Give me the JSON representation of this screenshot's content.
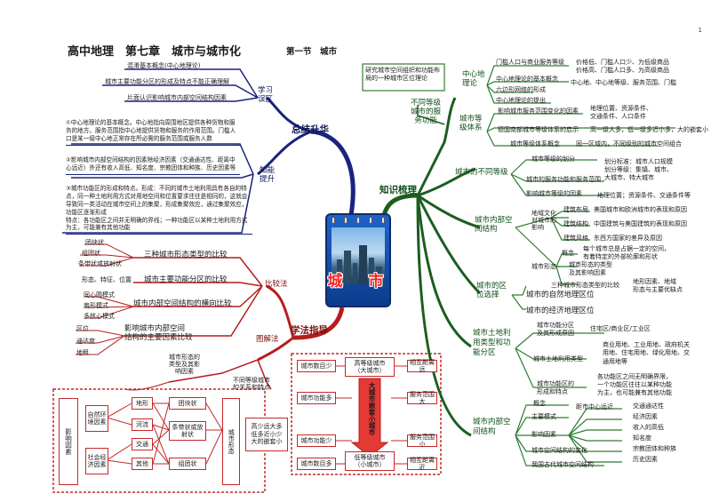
{
  "page_number": "1",
  "header": {
    "title": "高中地理　第七章　城市与城市化",
    "section": "第一节　城市"
  },
  "center": {
    "label": "城　市"
  },
  "branches": {
    "zongjie": "总结升华",
    "zhishi": "知识梳理",
    "xuefa": "学法指导"
  },
  "zongjie": {
    "xuexi_wuqu": "学习\n误区",
    "wuqu_items": [
      "混淆基本概念(中心地理论)",
      "城市主要功能分区的形成及特点不能正确理解",
      "片面认识影响城市内部空间结构因素"
    ],
    "zhineng_tisheng": "知能\n提升",
    "tisheng_items": [
      "①中心地理论的基本概念。中心地指向周围地区提供各种货物和服务的地方。服务范围指中心地提供货物和服务的作用范围。门槛人口是某一级中心地正常存在所必需的服务范围或服务人数",
      "②影响城市内部空间结构的因素除经济因素（交通通达性、距离中心远近）外还有收入高低、知名度、宗教团体和种族、历史因素等",
      "③城市功能区的形成和特点。形成：不同的城市土地利用具有各自的特点，同一种土地利用方式对用地空间和位置要求往往是相同的，这就会导致同一类活动在城市空间上的集聚，形成集聚效应，通过集聚效应，功能区逐渐形成\n特点：各功能区之间并无明确的界线；一种功能区以某种土地利用方式为主，可能兼有其他功能"
    ]
  },
  "bijiao": {
    "label": "比较法",
    "xingtai": {
      "label": "三种城市形态类型的比较",
      "items": [
        "团块状",
        "组团状",
        "条带状或放射状"
      ]
    },
    "gongneng": {
      "label": "城市主要功能分区的比较",
      "prefix": "形态、特征、位置"
    },
    "moshi": {
      "label": "城市内部空间结构的横向比较",
      "items": [
        "同心圆模式",
        "扇形模式",
        "多核心模式"
      ]
    },
    "yinsu": {
      "label": "影响城市内部空间\n结构的主要因素比较",
      "items": [
        "区位",
        "通达度",
        "地租"
      ]
    }
  },
  "tujie": {
    "label": "图解法",
    "xingtai_yinsu": "城市形态的\n类型及其影\n响因素",
    "left": {
      "title": "影响因素",
      "groups": [
        "自然环境因素",
        "社会经济因素"
      ],
      "factors": [
        "地形",
        "河流",
        "交通",
        "其他"
      ],
      "shapes": [
        "团块状",
        "条带状或放射状",
        "组团状"
      ],
      "result": "城市形态"
    },
    "guanxi": "不同等级城市\n的关系和特点",
    "pyramid": {
      "high": "高等级城市\n（大城市）",
      "low": "低等级城市\n（小城市）",
      "arrow": "大城市嵌套小城市",
      "tl": "城市数目少",
      "tr": "相互距离远",
      "ml": "城市功能多",
      "mr": "服务范围大",
      "bl1": "城市功能少",
      "br1": "服务范围小",
      "bl2": "城市数目多",
      "br2": "相互距离近",
      "note": "高少远大多\n低多近小少\n大的嵌套小"
    }
  },
  "zhishi": {
    "yanjiu": "研究城市空间组织和功能布局的一种城市区位理论",
    "fuwu_gongneng": "不同等级\n城市的服\n务功能",
    "zhongxindi": {
      "label": "中心地理论",
      "items": [
        {
          "label": "门槛人口与商业服务等级",
          "detail": "价格低、门槛人口少、为低级商品\n价格高、门槛人口多、为高级商品"
        },
        {
          "label": "中心地理论的基本概念",
          "detail": "中心地、中心地等级、服务范围、门槛"
        },
        {
          "label": "六边形网络的形成",
          "detail": ""
        },
        {
          "label": "中心地理论的提出",
          "detail": ""
        }
      ]
    },
    "dengji_tixi": {
      "label": "城市等级体系",
      "items": [
        {
          "label": "影响城市服务范围变化的因素",
          "detail": "地理位置、资源条件、\n交通条件、人口条件"
        },
        {
          "label": "德国南部城市等级体系的启示",
          "detail": "高一级大多，低一级多近小多，大的嵌套小"
        },
        {
          "label": "城市等级体系概念",
          "detail": "同一区域内，不同级别的城市空间组合"
        }
      ]
    },
    "butong_dengji": {
      "label": "城市的不同等级",
      "items": [
        {
          "label": "城市等级的划分",
          "detail": "划分标准：城市人口规模\n划分等级：集镇、城市、\n大城市、特大城市"
        },
        {
          "label": "城市的服务功能和服务范围",
          "detail": ""
        },
        {
          "label": "影响城市等级的因素",
          "detail": "地理位置；资源条件、交通条件等"
        }
      ]
    },
    "kongjian_jiegou": {
      "label": "城市内部空间结构",
      "wenhua": {
        "label": "地域文化对城市的影响",
        "items": [
          {
            "label": "建筑布局",
            "detail": "美国城市和欧洲城市的表现和原因"
          },
          {
            "label": "建筑结构",
            "detail": "中国建筑与美国建筑的表现和原因"
          },
          {
            "label": "建筑风格",
            "detail": "东西方国家的差异及原因"
          }
        ]
      },
      "xingtai": {
        "label": "城市形态",
        "items": [
          {
            "label": "概念",
            "detail": "每个城市总是占据一定的空间，\n有着特定的外部轮廓和形状"
          },
          {
            "label": "城市形态的类型\n及其影响因素",
            "detail": ""
          },
          {
            "label": "三种城市形态类型的比较",
            "detail": "地形因素、地域\n形态与主要优缺点"
          }
        ]
      }
    },
    "quwei": {
      "label": "城市的区位选择",
      "items": [
        "城市的自然地理区位",
        "城市的经济地理区位"
      ]
    },
    "tudi": {
      "label": "城市土地利用类型和功能分区",
      "items": [
        {
          "label": "城市功能分区\n及其形成原因",
          "detail": "住宅区/商业区/工业区"
        },
        {
          "label": "城市土地利用类型",
          "detail": "商业用地、工业用地、政府机关用地、住宅用地、绿化用地、交通用地等"
        },
        {
          "label": "城市功能区的\n形成和特点",
          "detail": "各功能区之间无明确界限，\n一个功能区往往以某种功能\n为主，也可能兼有其他功能"
        }
      ]
    },
    "neibu_jiegou": {
      "label": "城市内部空间结构",
      "items": [
        {
          "label": "概念",
          "detail": "距市中心远近"
        },
        {
          "label": "主要模式",
          "detail": ""
        },
        {
          "label": "影响因素",
          "detail": ""
        },
        {
          "label": "城市空间结构的变化",
          "detail": ""
        },
        {
          "label": "我国古代城市空间结构",
          "detail": ""
        }
      ],
      "factors": [
        "交通通达性",
        "经济因素",
        "收入的高低",
        "知名度",
        "宗教团体和种族",
        "历史因素"
      ]
    }
  }
}
